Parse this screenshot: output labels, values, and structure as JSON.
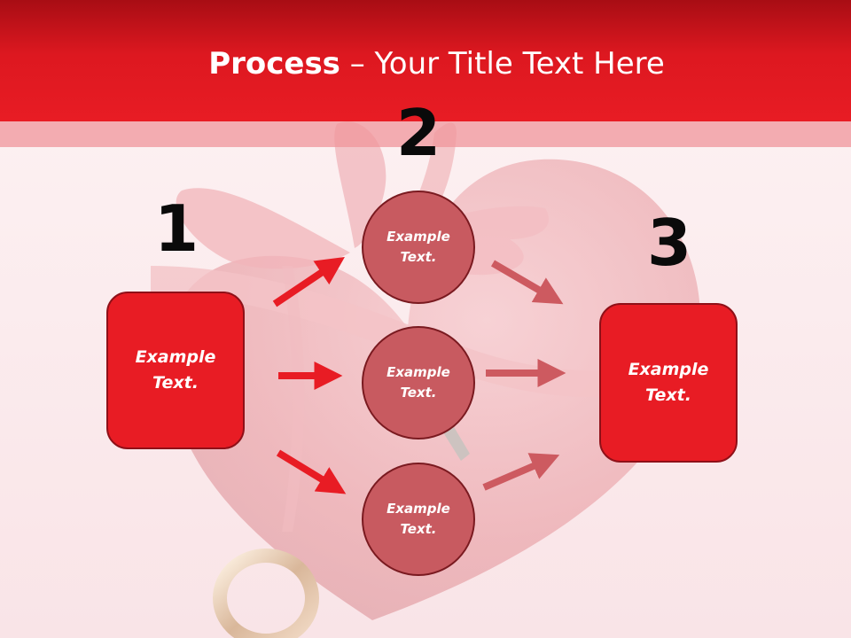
{
  "slide": {
    "title_bold": "Process",
    "title_rest": " – Your Title Text Here"
  },
  "steps": [
    {
      "number": "1",
      "label": "Example\nText."
    },
    {
      "number": "2",
      "label": "Example\nText."
    },
    {
      "number": "3",
      "label": "Example\nText."
    }
  ],
  "middle_nodes": [
    {
      "label": "Example\nText."
    },
    {
      "label": "Example\nText."
    },
    {
      "label": "Example\nText."
    }
  ],
  "colors": {
    "header": "#e81c24",
    "box": "#e81c24",
    "circle": "#c85a60",
    "arrow_left": "#e81c24",
    "arrow_right": "#cd5a60"
  }
}
